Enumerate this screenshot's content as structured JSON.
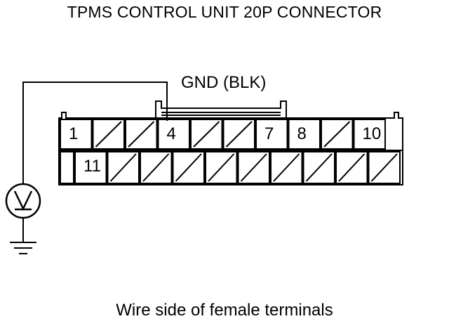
{
  "diagram": {
    "title": "TPMS CONTROL UNIT 20P CONNECTOR",
    "probe_label": "GND (BLK)",
    "caption": "Wire side of female terminals",
    "meter_icon": "voltmeter-icon",
    "ground_icon": "ground-icon",
    "connector": {
      "pin_count": 20,
      "top_row": [
        {
          "label": "1",
          "used": true
        },
        {
          "label": "",
          "used": false
        },
        {
          "label": "",
          "used": false
        },
        {
          "label": "4",
          "used": true
        },
        {
          "label": "",
          "used": false
        },
        {
          "label": "",
          "used": false
        },
        {
          "label": "7",
          "used": true
        },
        {
          "label": "8",
          "used": true
        },
        {
          "label": "",
          "used": false
        },
        {
          "label": "10",
          "used": true
        }
      ],
      "bottom_row": [
        {
          "label": "11",
          "used": true
        },
        {
          "label": "",
          "used": false
        },
        {
          "label": "",
          "used": false
        },
        {
          "label": "",
          "used": false
        },
        {
          "label": "",
          "used": false
        },
        {
          "label": "",
          "used": false
        },
        {
          "label": "",
          "used": false
        },
        {
          "label": "",
          "used": false
        },
        {
          "label": "",
          "used": false
        },
        {
          "label": "",
          "used": false
        }
      ]
    }
  }
}
